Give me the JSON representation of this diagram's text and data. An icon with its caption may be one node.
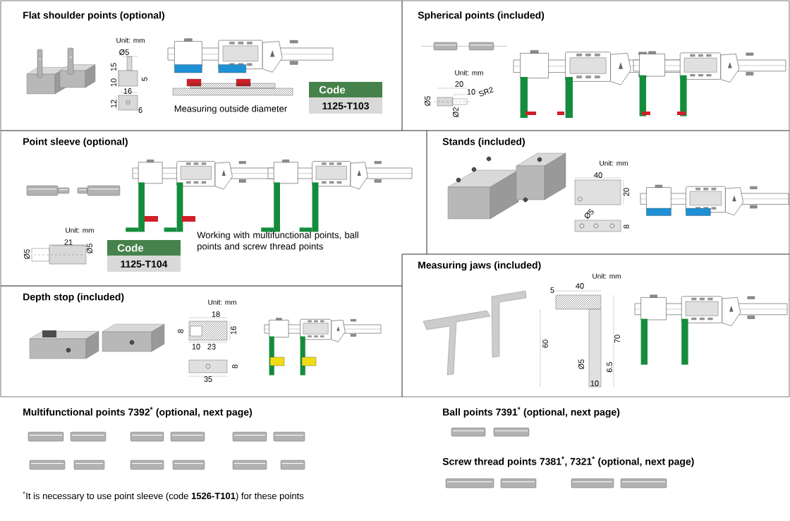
{
  "diagram": {
    "nodes": [
      {
        "text": [
          "Flat shoulder points (optional)"
        ]
      },
      {
        "text": [
          "Code",
          "1125-T103"
        ],
        "in": 0
      },
      {
        "text": [
          "Spherical points (included)"
        ]
      },
      {
        "text": [
          "Point sleeve (optional)"
        ]
      },
      {
        "text": [
          "Code",
          "1125-T104"
        ],
        "in": 3
      },
      {
        "text": [
          "Stands (included)"
        ]
      },
      {
        "text": [
          "Measuring jaws (included)"
        ]
      },
      {
        "text": [
          "Depth stop (included)"
        ]
      }
    ],
    "edges": [],
    "labels": [
      "Unit: mm",
      "Ø5",
      "15",
      "10",
      "5",
      "16",
      "12",
      "6",
      "Measuring outside diameter",
      "Unit: mm",
      "20",
      "10",
      "SR2",
      "Ø5",
      "Ø2",
      "Unit: mm",
      "21",
      "Ø5",
      "Ø5",
      "Working with multifunctional points, ball points and screw thread points",
      "Unit: mm",
      "40",
      "20",
      "Ø5",
      "8",
      "Unit: mm",
      "5",
      "40",
      "60",
      "70",
      "Ø5",
      "6.5",
      "10",
      "Unit: mm",
      "18",
      "8",
      "16",
      "10",
      "23",
      "8",
      "35",
      "Multifunctional points 7392$^{*}$ (optional, next page)",
      "Ball points 7391$^{*}$ (optional, next page)",
      "Screw thread points 7381$^{*}$, 7321$^{*}$ (optional, next page)",
      "$^{*}$It is necessary to use point sleeve (code **1526-T101**) for these points"
    ]
  }
}
